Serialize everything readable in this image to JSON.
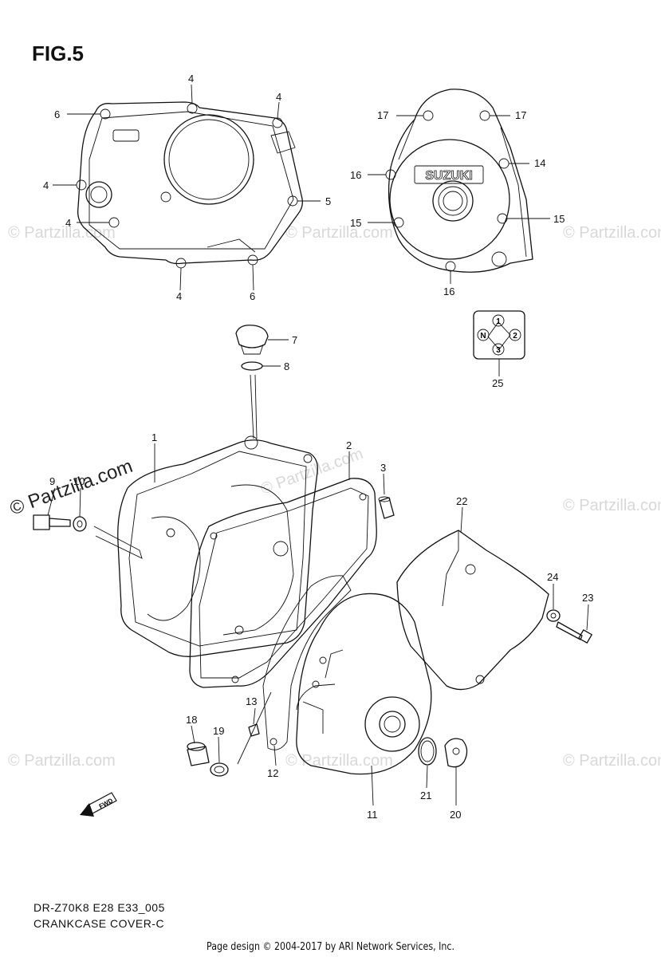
{
  "figure": {
    "title": "FIG.5",
    "code": "DR-Z70K8 E28 E33_005",
    "name": "CRANKCASE COVER-C"
  },
  "footer": "Page design © 2004-2017 by ARI Network Services, Inc.",
  "watermarks": {
    "main": "© Partzilla.com",
    "faint": "© Partzilla.com"
  },
  "branding": {
    "cover_logo": "SUZUKI",
    "fwd_arrow": "FWD"
  },
  "gear_indicator": [
    "1",
    "2",
    "3",
    "N"
  ],
  "callouts": {
    "c4a": "4",
    "c4b": "4",
    "c4c": "4",
    "c4d": "4",
    "c4e": "4",
    "c5": "5",
    "c6a": "6",
    "c6b": "6",
    "c17a": "17",
    "c17b": "17",
    "c16a": "16",
    "c16b": "16",
    "c14": "14",
    "c15a": "15",
    "c15b": "15",
    "c7": "7",
    "c8": "8",
    "c25": "25",
    "c1": "1",
    "c2": "2",
    "c3": "3",
    "c9": "9",
    "c10": "10",
    "c22": "22",
    "c24": "24",
    "c23": "23",
    "c13": "13",
    "c18": "18",
    "c19": "19",
    "c12": "12",
    "c11": "11",
    "c21": "21",
    "c20": "20"
  }
}
